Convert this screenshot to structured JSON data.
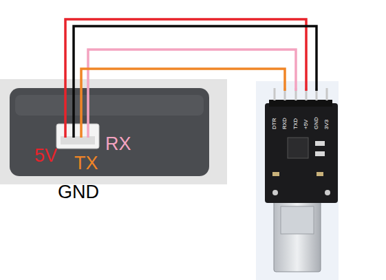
{
  "diagram": {
    "labels": [
      "5V",
      "TX",
      "RX",
      "GND",
      "DTR",
      "RXD",
      "TXD",
      "+5V",
      "GND",
      "3V3"
    ]
  }
}
